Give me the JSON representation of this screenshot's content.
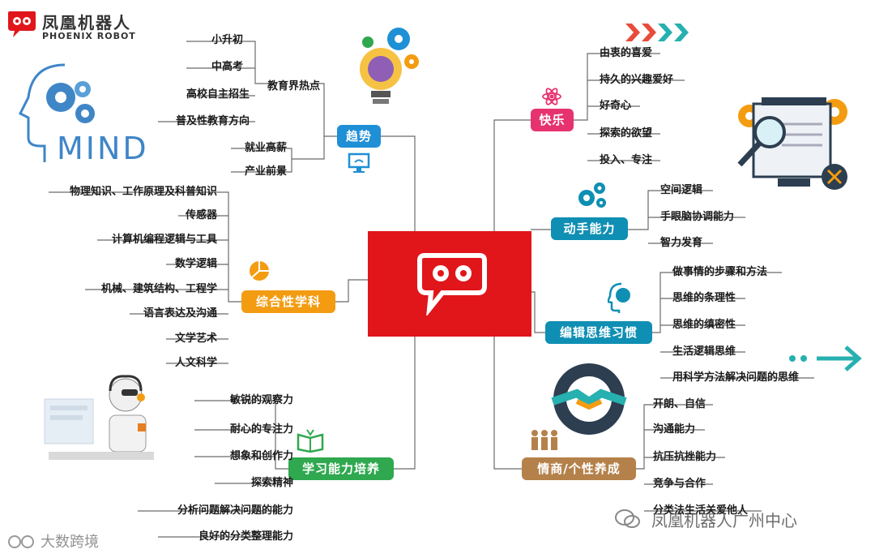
{
  "brand": {
    "name_cn": "凤凰机器人",
    "name_en": "PHOENIX ROBOT",
    "colors": {
      "red": "#e0161b",
      "blue": "#1f8fd6",
      "green": "#2fa84f",
      "orange": "#f39c12",
      "teal": "#0f8fb3",
      "pink": "#e6336f",
      "brown": "#b5814a"
    }
  },
  "mind_label": "MIND",
  "branches": {
    "trend": {
      "label": "趋势",
      "sub_label": "教育界热点",
      "hot_items": [
        "小升初",
        "中高考",
        "高校自主招生",
        "普及性教育方向"
      ],
      "items": [
        "就业高薪",
        "产业前景"
      ]
    },
    "subjects": {
      "label": "综合性学科",
      "items": [
        "物理知识、工作原理及科普知识",
        "传感器",
        "计算机编程逻辑与工具",
        "数学逻辑",
        "机械、建筑结构、工程学",
        "语言表达及沟通",
        "文学艺术",
        "人文科学"
      ]
    },
    "learning": {
      "label": "学习能力培养",
      "items": [
        "敏锐的观察力",
        "耐心的专注力",
        "想象和创作力",
        "探索精神",
        "分析问题解决问题的能力",
        "良好的分类整理能力"
      ]
    },
    "happy": {
      "label": "快乐",
      "items": [
        "由衷的喜爱",
        "持久的兴趣爱好",
        "好奇心",
        "探索的欲望",
        "投入、专注"
      ]
    },
    "hands_on": {
      "label": "动手能力",
      "items": [
        "空间逻辑",
        "手眼脑协调能力",
        "智力发育"
      ]
    },
    "logic": {
      "label": "编辑思维习惯",
      "items": [
        "做事情的步骤和方法",
        "思维的条理性",
        "思维的缜密性",
        "生活逻辑思维",
        "用科学方法解决问题的思维"
      ]
    },
    "eq": {
      "label": "情商/个性养成",
      "items": [
        "开朗、自信",
        "沟通能力",
        "抗压抗挫能力",
        "竞争与合作",
        "分类法生活关爱他人"
      ]
    }
  },
  "watermarks": {
    "wechat": "凤凰机器人广州中心",
    "corner": "大数跨境"
  },
  "icons": [
    "phoenix-logo-icon",
    "lightbulb-gears-icon",
    "head-gears-icon",
    "monitor-wifi-icon",
    "atom-icon",
    "gears-icon",
    "brain-head-icon",
    "handshake-gear-icon",
    "people-icon",
    "book-icon",
    "robot-icon",
    "magnifier-screen-icon",
    "arrows-icon",
    "pie-icon"
  ]
}
